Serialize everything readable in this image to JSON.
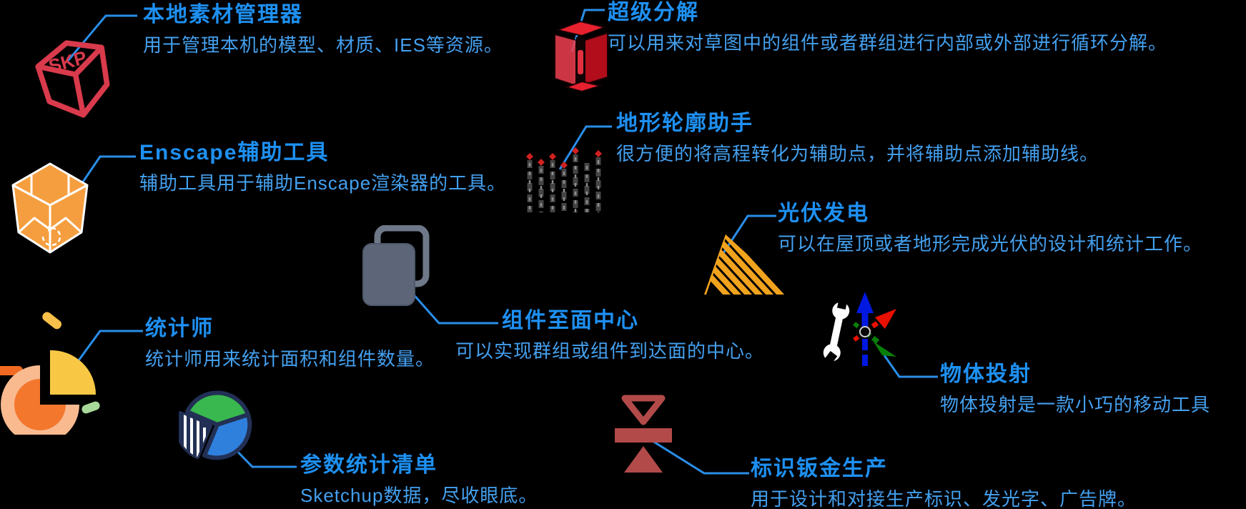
{
  "background": "#000000",
  "colors": {
    "title_blue": "#1e90f2",
    "desc_blue": "#44a0ef",
    "connector_blue": "#2a8ee8",
    "skp_red": "#d93a4c",
    "explode_red": "#e8212f",
    "enscape_orange": "#f59e40",
    "pv_orange": "#f2a31d",
    "squares_gray": "#5c6678",
    "stat_orange": "#f4772e",
    "pie_green": "#38b84e",
    "pie_blue": "#2f80dd",
    "sheetmetal_red": "#b24a4a"
  },
  "features": [
    {
      "id": "local-material-manager",
      "icon": "skp-cube-icon",
      "icon_label": "SKP",
      "title": "本地素材管理器",
      "desc": "用于管理本机的模型、材质、IES等资源。"
    },
    {
      "id": "super-explode",
      "icon": "explode-cube-icon",
      "title": "超级分解",
      "desc": "可以用来对草图中的组件或者群组进行内部或外部进行循环分解。"
    },
    {
      "id": "enscape-helper",
      "icon": "enscape-gem-icon",
      "title": "Enscape辅助工具",
      "desc": "辅助工具用于辅助Enscape渲染器的工具。"
    },
    {
      "id": "terrain-contour-helper",
      "icon": "terrain-bars-icon",
      "title": "地形轮廓助手",
      "desc": "很方便的将高程转化为辅助点，并将辅助点添加辅助线。"
    },
    {
      "id": "pv-power",
      "icon": "solar-triangle-icon",
      "title": "光伏发电",
      "desc": "可以在屋顶或者地形完成光伏的设计和统计工作。"
    },
    {
      "id": "component-to-face-center",
      "icon": "stacked-squares-icon",
      "title": "组件至面中心",
      "desc": "可以实现群组或组件到达面的中心。"
    },
    {
      "id": "statistician",
      "icon": "orange-donut-pie-icon",
      "title": "统计师",
      "desc": "统计师用来统计面积和组件数量。"
    },
    {
      "id": "object-projection",
      "icon": "axes-wrench-icon",
      "title": "物体投射",
      "desc": "物体投射是一款小巧的移动工具"
    },
    {
      "id": "parameter-statistics-list",
      "icon": "pie-chart-icon",
      "title": "参数统计清单",
      "desc": "Sketchup数据，尽收眼底。"
    },
    {
      "id": "sign-sheet-metal-production",
      "icon": "sheet-metal-icon",
      "title": "标识钣金生产",
      "desc": "用于设计和对接生产标识、发光字、广告牌。"
    }
  ]
}
